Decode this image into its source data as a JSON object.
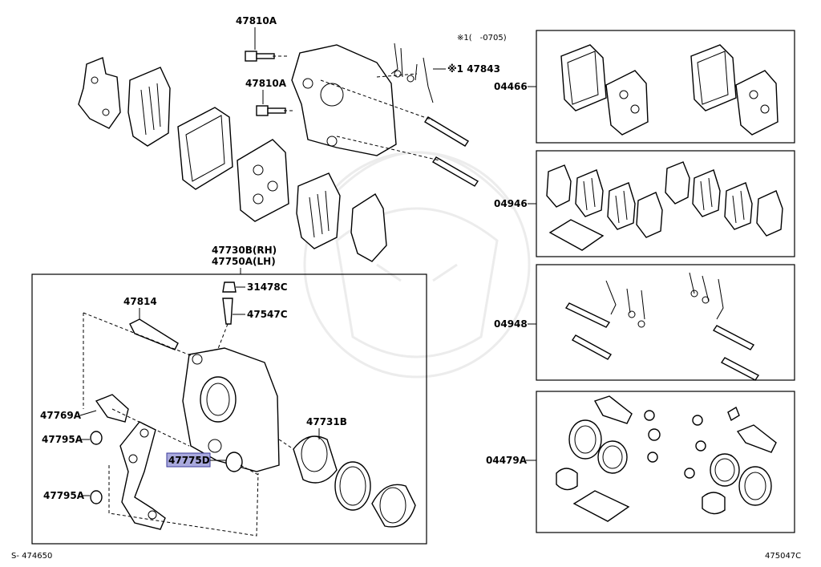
{
  "labels": {
    "p47810a_top": "47810A",
    "p47810a_mid": "47810A",
    "note_range": "※1(　-0705)",
    "p47843": "※1 47843",
    "p47730b": "47730B(RH)",
    "p47750a": "47750A(LH)",
    "p31478c": "31478C",
    "p47547c": "47547C",
    "p47814": "47814",
    "p47769a": "47769A",
    "p47795a_1": "47795A",
    "p47775d": "47775D",
    "p47731b": "47731B",
    "p47795a_2": "47795A",
    "k04466": "04466",
    "k04946": "04946",
    "k04948": "04948",
    "k04479a": "04479A"
  },
  "footer": {
    "left_code": "S- 474650",
    "right_code": "475047C"
  },
  "colors": {
    "highlight": "#a9a9dd",
    "line": "#000000"
  }
}
